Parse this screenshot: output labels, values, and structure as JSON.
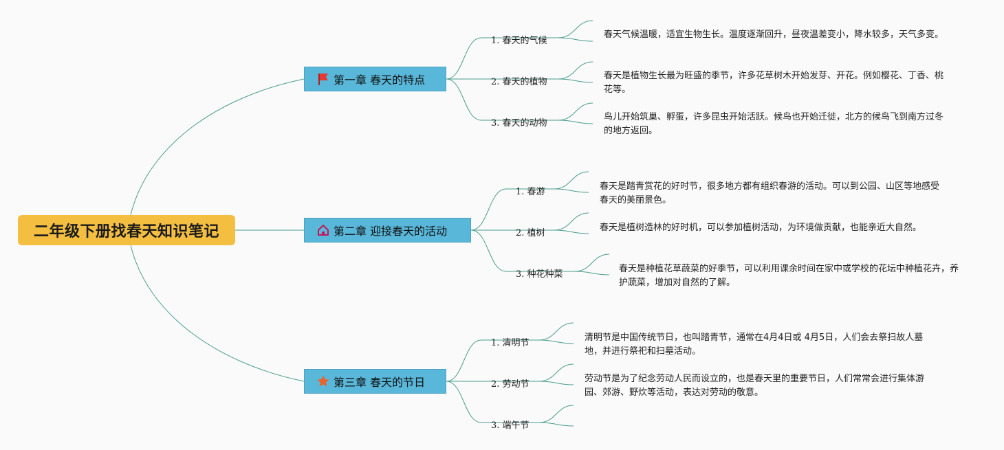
{
  "title": "二年级下册找春天知识笔记",
  "colors": {
    "root": "#f4be41",
    "chapter": "#59b7d9",
    "line": "#4a9d8c"
  },
  "chapters": [
    {
      "label": "第一章 春天的特点",
      "icon": "red-flag-icon",
      "items": [
        {
          "label": "1. 春天的气候",
          "desc": "春天气候温暖，适宜生物生长。温度逐渐回升，昼夜温差变小，降水较多，天气多变。"
        },
        {
          "label": "2. 春天的植物",
          "desc": "春天是植物生长最为旺盛的季节，许多花草树木开始发芽、开花。例如樱花、丁香、桃花等。"
        },
        {
          "label": "3. 春天的动物",
          "desc": "鸟儿开始筑巢、孵蛋，许多昆虫开始活跃。候鸟也开始迁徙，北方的候鸟飞到南方过冬的地方返回。"
        }
      ]
    },
    {
      "label": "第二章 迎接春天的活动",
      "icon": "house-icon",
      "items": [
        {
          "label": "1. 春游",
          "desc": "春天是踏青赏花的好时节，很多地方都有组织春游的活动。可以到公园、山区等地感受春天的美丽景色。"
        },
        {
          "label": "2. 植树",
          "desc": "春天是植树造林的好时机，可以参加植树活动，为环境做贡献，也能亲近大自然。"
        },
        {
          "label": "3. 种花种菜",
          "desc": "春天是种植花草蔬菜的好季节，可以利用课余时间在家中或学校的花坛中种植花卉，养护蔬菜，增加对自然的了解。"
        }
      ]
    },
    {
      "label": "第三章 春天的节日",
      "icon": "star-icon",
      "items": [
        {
          "label": "1. 清明节",
          "desc": "清明节是中国传统节日，也叫踏青节，通常在4月4日或 4月5日，人们会去祭扫故人墓地，并进行祭祀和扫墓活动。"
        },
        {
          "label": "2. 劳动节",
          "desc": "劳动节是为了纪念劳动人民而设立的，也是春天里的重要节日，人们常常会进行集体游园、郊游、野炊等活动，表达对劳动的敬意。"
        },
        {
          "label": "3. 端午节",
          "desc": ""
        }
      ]
    }
  ]
}
